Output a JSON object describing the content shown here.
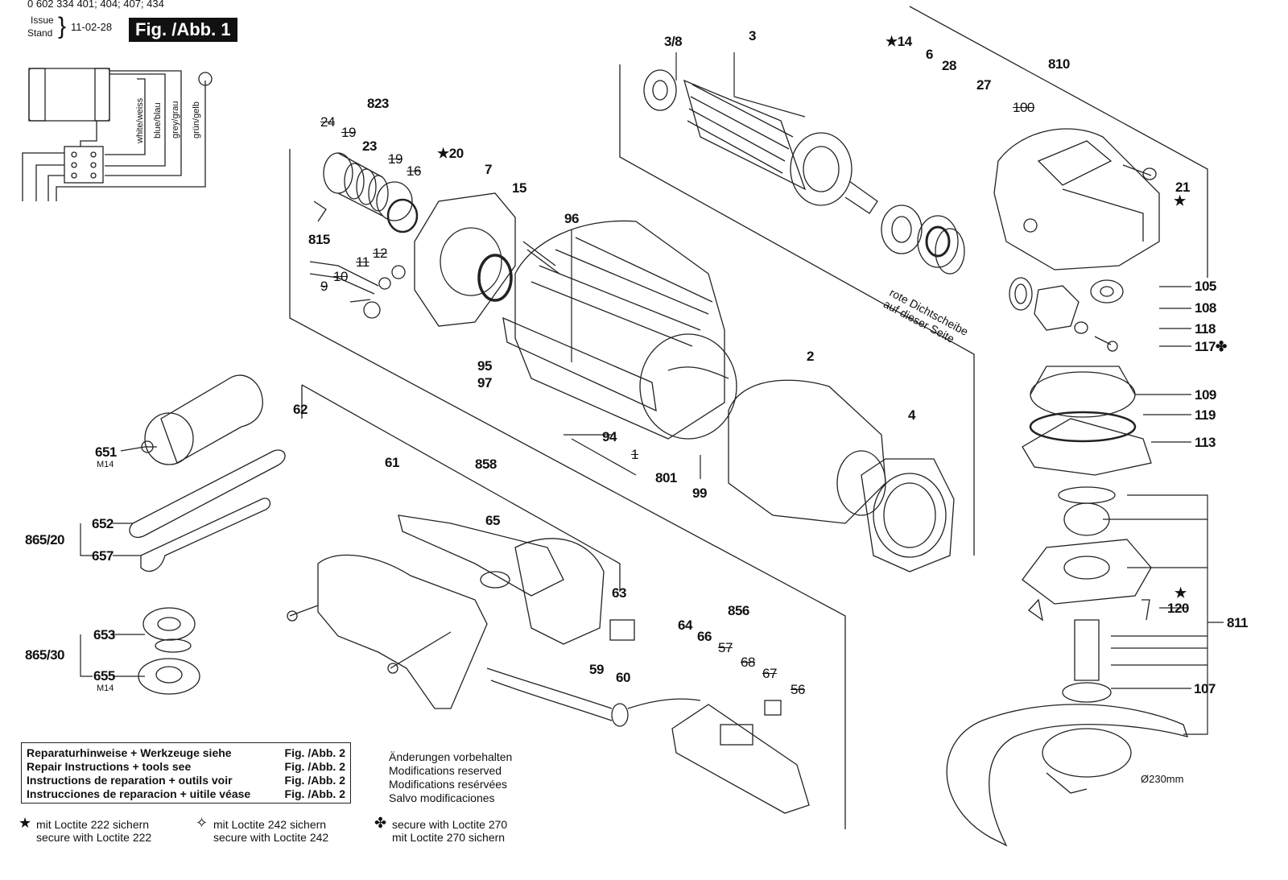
{
  "header": {
    "part_numbers": "0 602 334 401; 404; 407; 434",
    "issue_label": "Issue",
    "stand_label": "Stand",
    "date": "11-02-28",
    "figure": "Fig. /Abb. 1"
  },
  "wiring": {
    "w1": "white/weiss",
    "w2": "blue/blau",
    "w3": "grey/grau",
    "w4": "grün/gelb"
  },
  "labels": {
    "l3_8": "3/8",
    "l3": "3",
    "l14": "14",
    "l6": "6",
    "l28": "28",
    "l810": "810",
    "l27": "27",
    "l100": "100",
    "l21": "21",
    "l823": "823",
    "l24": "24",
    "l19a": "19",
    "l23": "23",
    "l19b": "19",
    "l16": "16",
    "l20": "20",
    "l7": "7",
    "l15": "15",
    "l96": "96",
    "l815": "815",
    "l12": "12",
    "l11": "11",
    "l10": "10",
    "l9": "9",
    "l105": "105",
    "l108": "108",
    "l118": "118",
    "l117": "117",
    "l2": "2",
    "l95": "95",
    "l97": "97",
    "l94": "94",
    "l1": "1",
    "l801": "801",
    "l99": "99",
    "l4": "4",
    "l109": "109",
    "l119": "119",
    "l113": "113",
    "l62": "62",
    "l651": "651",
    "l61": "61",
    "l858": "858",
    "l65": "65",
    "l652": "652",
    "l865_20": "865/20",
    "l657": "657",
    "l63": "63",
    "l120": "120",
    "l811": "811",
    "l653": "653",
    "l865_30": "865/30",
    "l655": "655",
    "l856": "856",
    "l64": "64",
    "l66": "66",
    "l57": "57",
    "l68": "68",
    "l67": "67",
    "l56": "56",
    "l59": "59",
    "l60": "60",
    "l107": "107"
  },
  "sublabels": {
    "m14a": "M14",
    "m14b": "M14",
    "diameter": "Ø230mm"
  },
  "rotated_note": {
    "line1": "rote Dichtscheibe",
    "line2": "auf dieser Seite"
  },
  "reference_box": {
    "rows": [
      {
        "text": "Reparaturhinweise + Werkzeuge siehe",
        "ref": "Fig. /Abb. 2"
      },
      {
        "text": "Repair Instructions + tools see",
        "ref": "Fig. /Abb. 2"
      },
      {
        "text": "Instructions de reparation + outils voir",
        "ref": "Fig. /Abb. 2"
      },
      {
        "text": "Instrucciones de reparacion + uitile véase",
        "ref": "Fig. /Abb. 2"
      }
    ]
  },
  "notes": {
    "n1": "Änderungen vorbehalten",
    "n2": "Modifications reserved",
    "n3": "Modifications resérvées",
    "n4": "Salvo modificaciones"
  },
  "legend": {
    "star_l1": "mit Loctite 222 sichern",
    "star_l2": "secure with Loctite 222",
    "open_star_l1": "mit Loctite 242 sichern",
    "open_star_l2": "secure with Loctite 242",
    "club_l1": "secure with Loctite 270",
    "club_l2": "mit Loctite 270 sichern"
  }
}
